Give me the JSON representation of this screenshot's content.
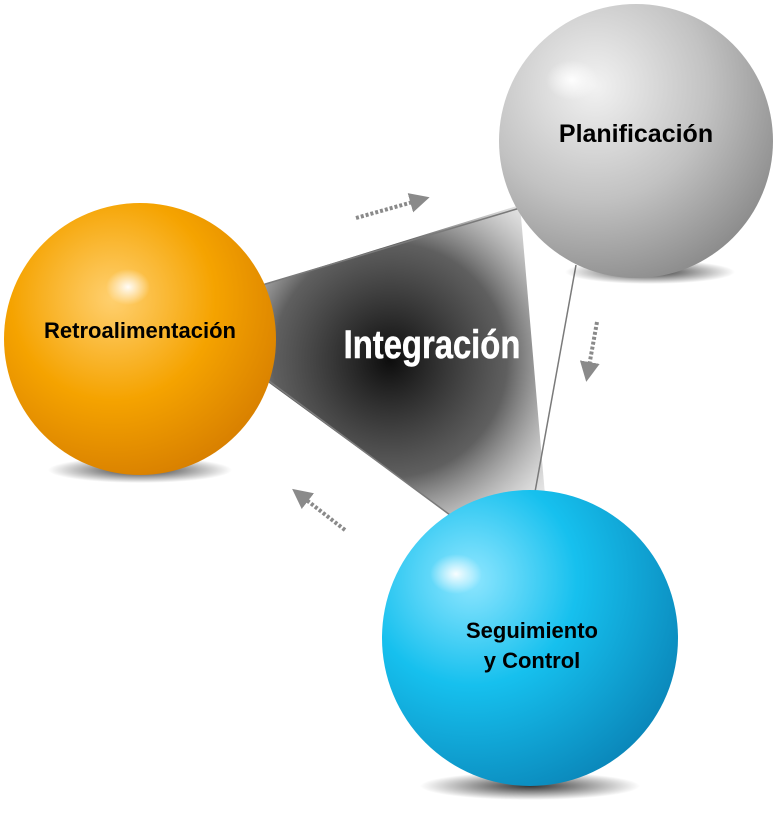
{
  "diagram": {
    "center_label": "Integración",
    "nodes": {
      "planificacion": {
        "label": "Planificación",
        "color": "#b8b8b8"
      },
      "retroalimentacion": {
        "label": "Retroalimentación",
        "color": "#f5a300"
      },
      "seguimiento": {
        "label_line1": "Seguimiento",
        "label_line2": "y Control",
        "color": "#14b4e0"
      }
    },
    "arrow_color": "#8a8a8a"
  }
}
